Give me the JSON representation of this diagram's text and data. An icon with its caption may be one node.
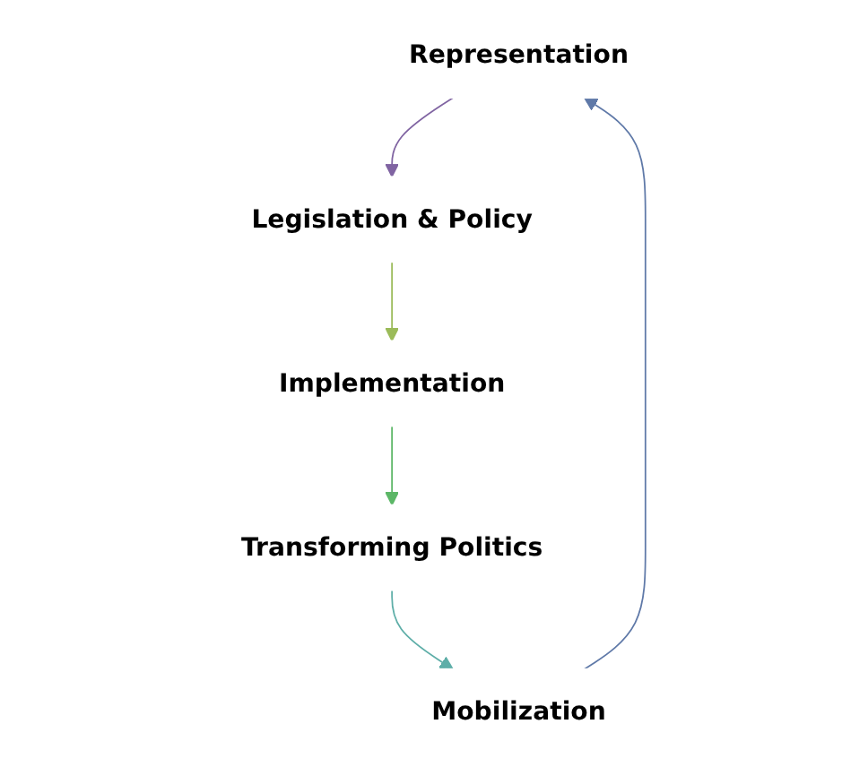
{
  "diagram": {
    "nodes": [
      {
        "text": [
          "Representation"
        ]
      },
      {
        "text": [
          "Legislation & Policy"
        ]
      },
      {
        "text": [
          "Implementation"
        ]
      },
      {
        "text": [
          "Transforming Politics"
        ]
      },
      {
        "text": [
          "Mobilization"
        ]
      }
    ],
    "edges": [
      {
        "from": 0,
        "to": 1,
        "arrow": "to",
        "color": "#8064a2"
      },
      {
        "from": 1,
        "to": 2,
        "arrow": "to",
        "color": "#9bbb59"
      },
      {
        "from": 2,
        "to": 3,
        "arrow": "to",
        "color": "#5cb767"
      },
      {
        "from": 3,
        "to": 4,
        "arrow": "to",
        "color": "#5eaea8"
      },
      {
        "from": 4,
        "to": 0,
        "arrow": "to",
        "color": "#5f79a8"
      }
    ]
  }
}
